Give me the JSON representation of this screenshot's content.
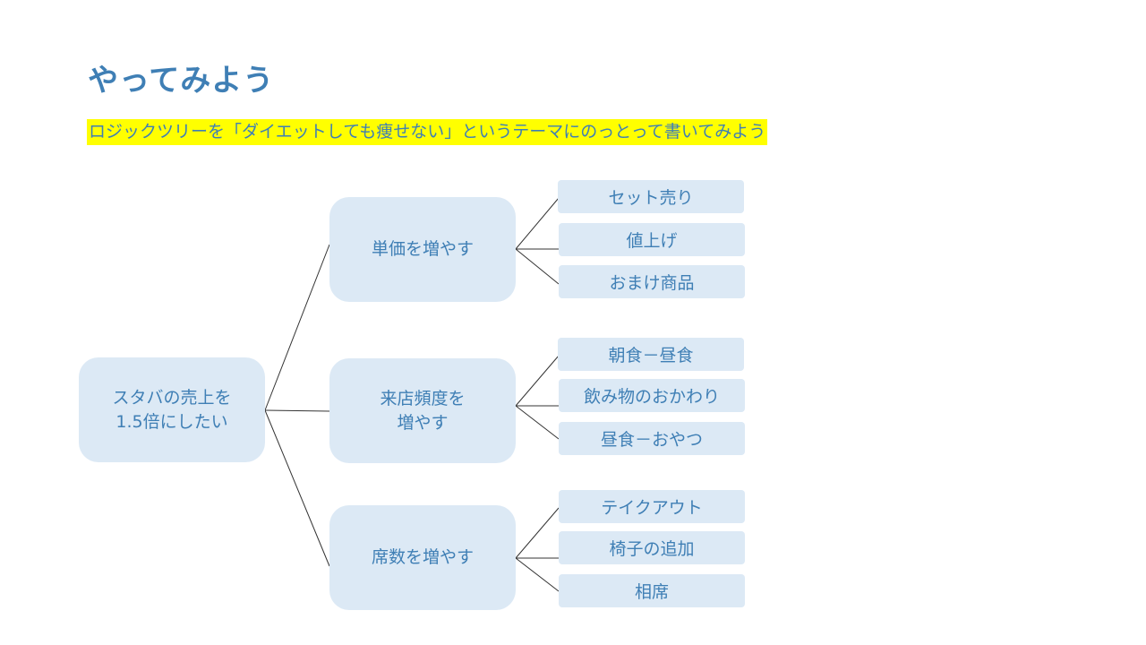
{
  "title": "やってみよう",
  "subtitle": "ロジックツリーを「ダイエットしても痩せない」というテーマにのっとって書いてみよう",
  "colors": {
    "accent": "#3f7fb5",
    "highlight": "#ffff00",
    "node_fill": "#dce9f5",
    "connector": "#333333"
  },
  "tree": {
    "root": "スタバの売上を\n1.5倍にしたい",
    "branches": [
      {
        "label": "単価を増やす",
        "leaves": [
          "セット売り",
          "値上げ",
          "おまけ商品"
        ]
      },
      {
        "label": "来店頻度を\n増やす",
        "leaves": [
          "朝食－昼食",
          "飲み物のおかわり",
          "昼食－おやつ"
        ]
      },
      {
        "label": "席数を増やす",
        "leaves": [
          "テイクアウト",
          "椅子の追加",
          "相席"
        ]
      }
    ]
  }
}
